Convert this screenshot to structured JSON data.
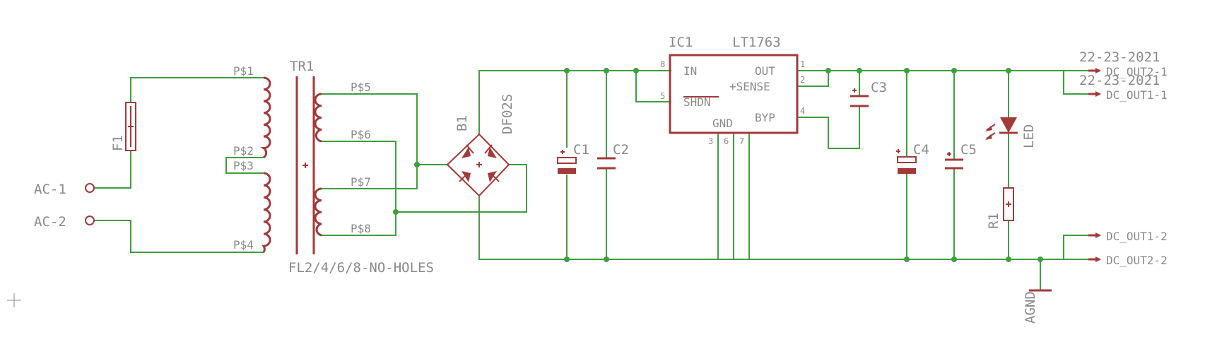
{
  "transformer": {
    "ref": "TR1",
    "package": "FL2/4/6/8-NO-HOLES",
    "pins": [
      "P$1",
      "P$2",
      "P$3",
      "P$4",
      "P$5",
      "P$6",
      "P$7",
      "P$8"
    ]
  },
  "fuse": {
    "ref": "F1"
  },
  "ac_inputs": [
    "AC-1",
    "AC-2"
  ],
  "bridge": {
    "ref": "B1",
    "value": "DF02S"
  },
  "regulator": {
    "ref": "IC1",
    "value": "LT1763",
    "pins": {
      "in": "IN",
      "shdn": "SHDN",
      "gnd": "GND",
      "out": "OUT",
      "sense": "+SENSE",
      "byp": "BYP"
    },
    "pin_numbers": {
      "in": "8",
      "shdn": "5",
      "out": "1",
      "sense": "2",
      "byp": "4",
      "gnd_a": "3",
      "gnd_b": "6",
      "gnd_c": "7"
    }
  },
  "capacitors": [
    "C1",
    "C2",
    "C3",
    "C4",
    "C5"
  ],
  "resistor": {
    "ref": "R1"
  },
  "led": {
    "ref": "LED"
  },
  "ground": {
    "label": "AGND"
  },
  "outputs": {
    "connector_value_a": "22-23-2021",
    "connector_value_b": "22-23-2021",
    "pins": [
      "DC_OUT2-1",
      "DC_OUT1-1",
      "DC_OUT1-2",
      "DC_OUT2-2"
    ]
  },
  "colors": {
    "wire": "#3f9f3f",
    "part": "#a23a3a",
    "text": "#8a8a8a"
  }
}
